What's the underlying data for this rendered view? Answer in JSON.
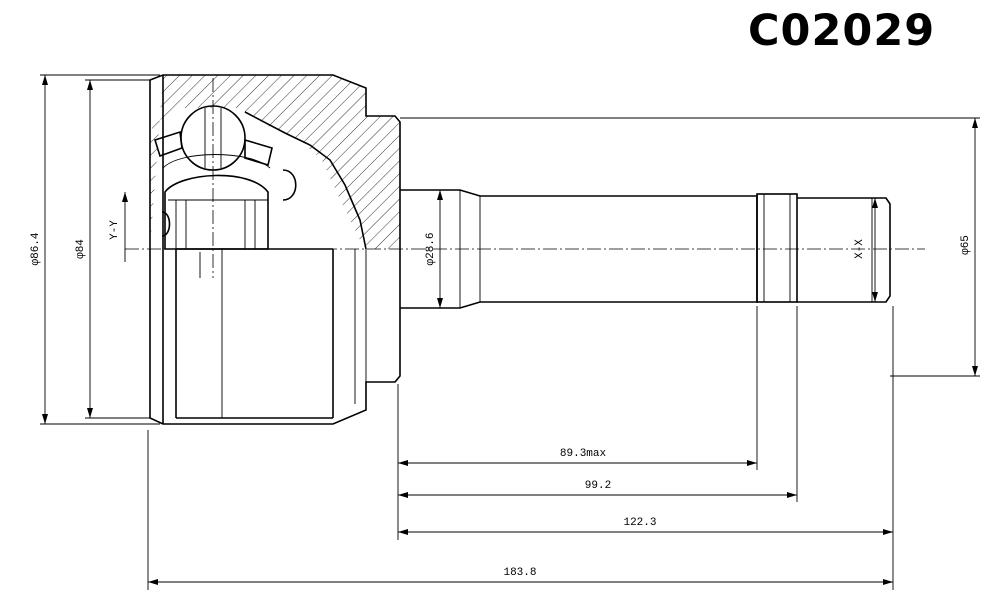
{
  "part_number": "C02029",
  "dimensions": {
    "outer_diameter": "φ86.4",
    "seal_diameter": "φ84",
    "section_marker_y": "Y-Y",
    "shaft_diameter": "φ28.6",
    "section_marker_x": "X-X",
    "right_diameter": "φ65",
    "length_89": "89.3max",
    "length_99": "99.2",
    "length_122": "122.3",
    "length_total": "183.8"
  }
}
